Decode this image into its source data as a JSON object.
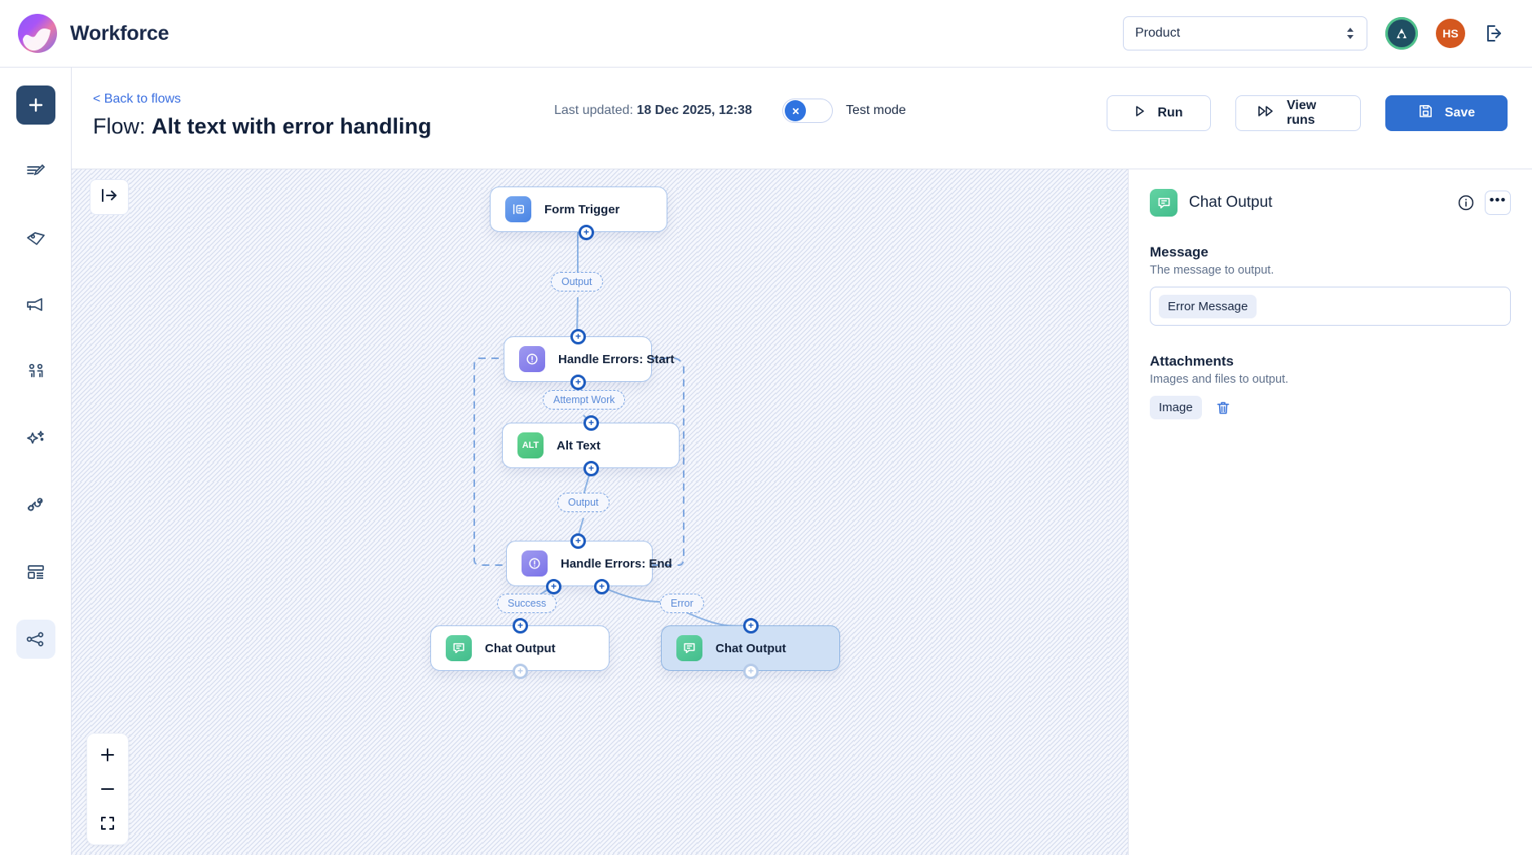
{
  "header": {
    "brand": "Workforce",
    "logo_icon": "workforce-wave-logo",
    "product_select": {
      "value": "Product",
      "icon": "chevron-updown-icon"
    },
    "status_badge_icon": "app-badge-icon",
    "avatar_initials": "HS",
    "logout_icon": "logout-icon"
  },
  "sidebar": {
    "items": [
      {
        "name": "add",
        "icon": "plus-icon",
        "state": "primary"
      },
      {
        "name": "content",
        "icon": "edit-document-icon",
        "state": "default"
      },
      {
        "name": "tags",
        "icon": "tag-icon",
        "state": "default"
      },
      {
        "name": "campaigns",
        "icon": "megaphone-icon",
        "state": "default"
      },
      {
        "name": "audience",
        "icon": "people-icon",
        "state": "default"
      },
      {
        "name": "ai",
        "icon": "sparkle-icon",
        "state": "default"
      },
      {
        "name": "integrations",
        "icon": "plug-connect-icon",
        "state": "default"
      },
      {
        "name": "templates",
        "icon": "layout-icon",
        "state": "default"
      },
      {
        "name": "flows",
        "icon": "flow-share-icon",
        "state": "active"
      }
    ]
  },
  "subheader": {
    "back_link": "< Back to flows",
    "title_prefix": "Flow: ",
    "title_name": "Alt text with error handling",
    "last_updated_label": "Last updated: ",
    "last_updated_value": "18 Dec 2025, 12:38",
    "test_mode_label": "Test mode",
    "test_mode_on": false,
    "test_mode_knob_icon": "close-x-icon",
    "run_label": "Run",
    "run_icon": "play-icon",
    "view_runs_label": "View runs",
    "view_runs_icon": "double-play-icon",
    "save_label": "Save",
    "save_icon": "floppy-disk-icon"
  },
  "canvas": {
    "collapse_icon": "panel-collapse-right-icon",
    "zoom_in_icon": "plus-icon",
    "zoom_out_icon": "minus-icon",
    "fit_view_icon": "fit-screen-icon",
    "nodes": [
      {
        "id": "form-trigger",
        "label": "Form Trigger",
        "icon": "form-icon",
        "icon_text": "",
        "selected": false
      },
      {
        "id": "handle-errors-start",
        "label": "Handle Errors: Start",
        "icon": "alert-circle-icon",
        "icon_text": "",
        "selected": false
      },
      {
        "id": "alt-text",
        "label": "Alt Text",
        "icon": "alt-badge-icon",
        "icon_text": "ALT",
        "selected": false
      },
      {
        "id": "handle-errors-end",
        "label": "Handle Errors: End",
        "icon": "alert-circle-icon",
        "icon_text": "",
        "selected": false
      },
      {
        "id": "chat-output-success",
        "label": "Chat Output",
        "icon": "chat-bubble-icon",
        "icon_text": "",
        "selected": false
      },
      {
        "id": "chat-output-error",
        "label": "Chat Output",
        "icon": "chat-bubble-icon",
        "icon_text": "",
        "selected": true
      }
    ],
    "edge_labels": [
      {
        "id": "output-1",
        "text": "Output"
      },
      {
        "id": "attempt-work",
        "text": "Attempt Work"
      },
      {
        "id": "output-2",
        "text": "Output"
      },
      {
        "id": "success",
        "text": "Success"
      },
      {
        "id": "error",
        "text": "Error"
      }
    ]
  },
  "panel": {
    "node_title": "Chat Output",
    "node_icon": "chat-bubble-icon",
    "info_icon": "info-icon",
    "more_icon": "more-horizontal-icon",
    "message_label": "Message",
    "message_help": "The message to output.",
    "message_chip": "Error Message",
    "attachments_label": "Attachments",
    "attachments_help": "Images and files to output.",
    "attachment_chip": "Image",
    "delete_icon": "trash-icon"
  },
  "colors": {
    "accent_blue": "#2f6fd0",
    "link_blue": "#3b6fe0",
    "canvas_bg": "#f5f7fd",
    "avatar_orange": "#d4571f",
    "node_green": "#45bf7b",
    "node_purple": "#7b73e8"
  }
}
